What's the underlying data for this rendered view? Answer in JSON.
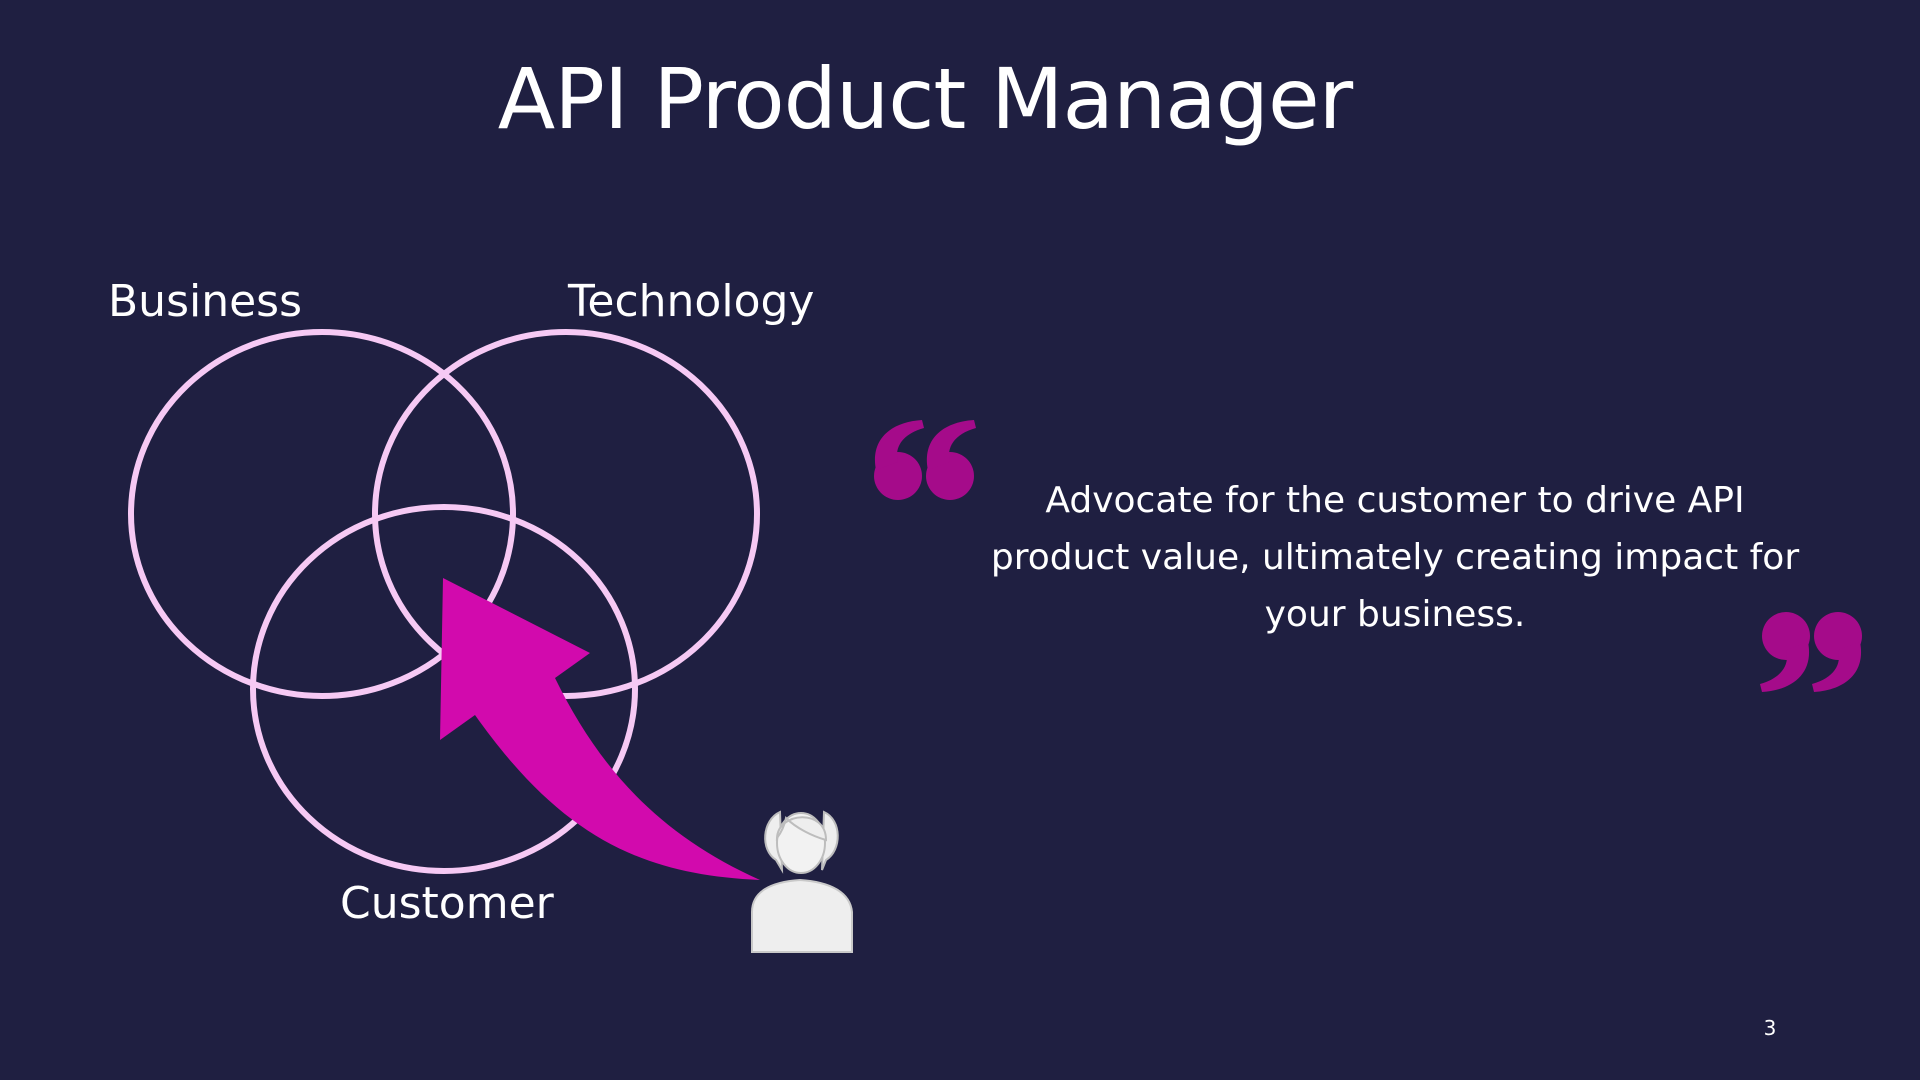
{
  "slide": {
    "title": "API Product Manager",
    "page_number": "3"
  },
  "venn": {
    "labels": {
      "business": "Business",
      "technology": "Technology",
      "customer": "Customer"
    },
    "circle_color": "#f6c9f4"
  },
  "arrow": {
    "color": "#d20aad"
  },
  "person_icon": "person-icon",
  "quote": {
    "text": "Advocate for the customer to drive API product value, ultimately creating impact for your business.",
    "mark_color": "#a50b8a",
    "open_mark_icon": "open-quote-icon",
    "close_mark_icon": "close-quote-icon"
  },
  "colors": {
    "background": "#1f1f41",
    "text": "#ffffff"
  }
}
